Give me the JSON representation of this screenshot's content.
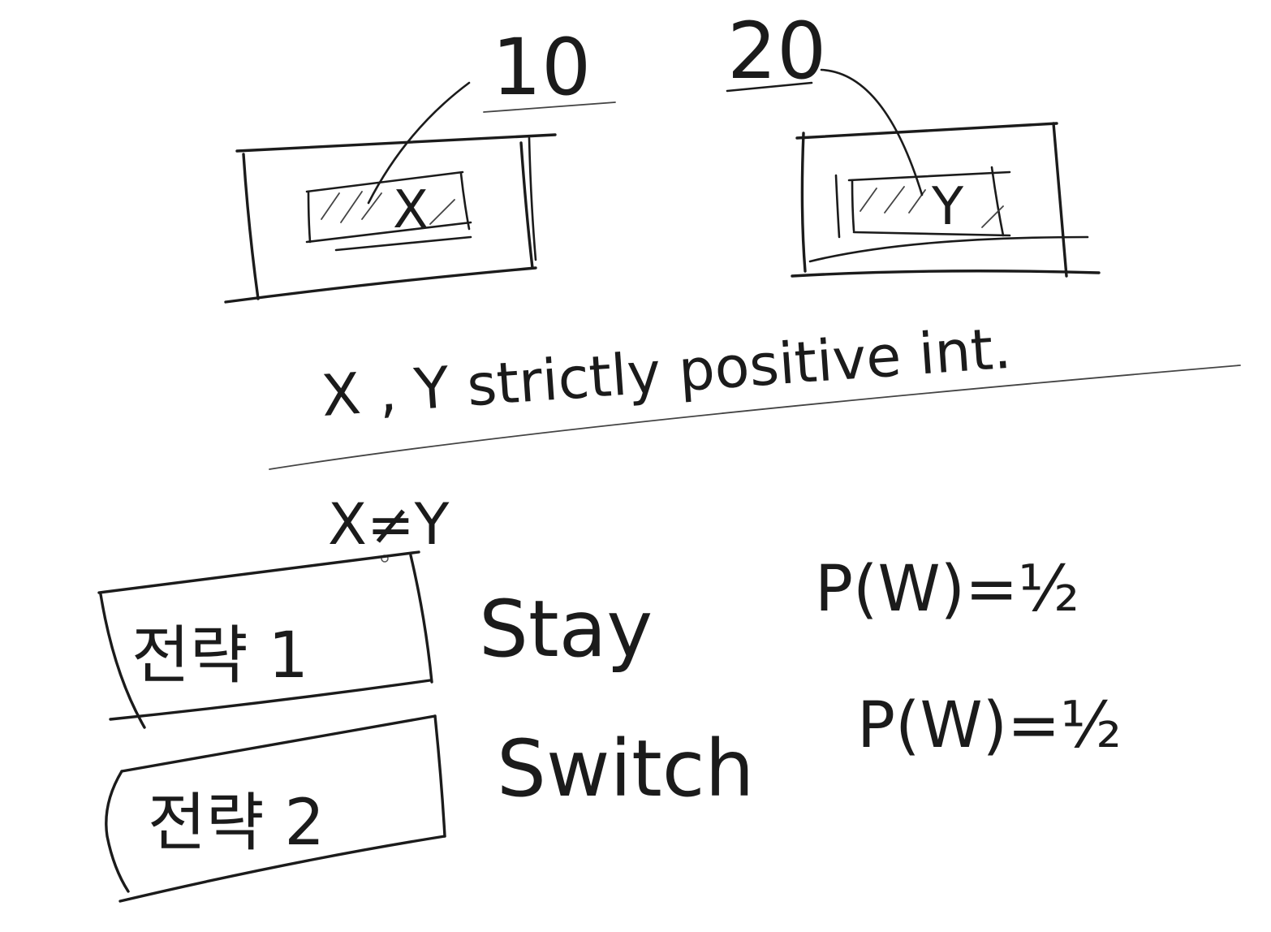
{
  "box_left": {
    "label": "10",
    "mark": "X"
  },
  "box_right": {
    "label": "20",
    "mark": "Y"
  },
  "condition": "X , Y strictly positive int.",
  "inequality": "X≠Y",
  "strategies": [
    {
      "name": "전략 1",
      "action": "Stay",
      "probability": "P(W)=½"
    },
    {
      "name": "전략 2",
      "action": "Switch",
      "probability": "P(W)=½"
    }
  ]
}
